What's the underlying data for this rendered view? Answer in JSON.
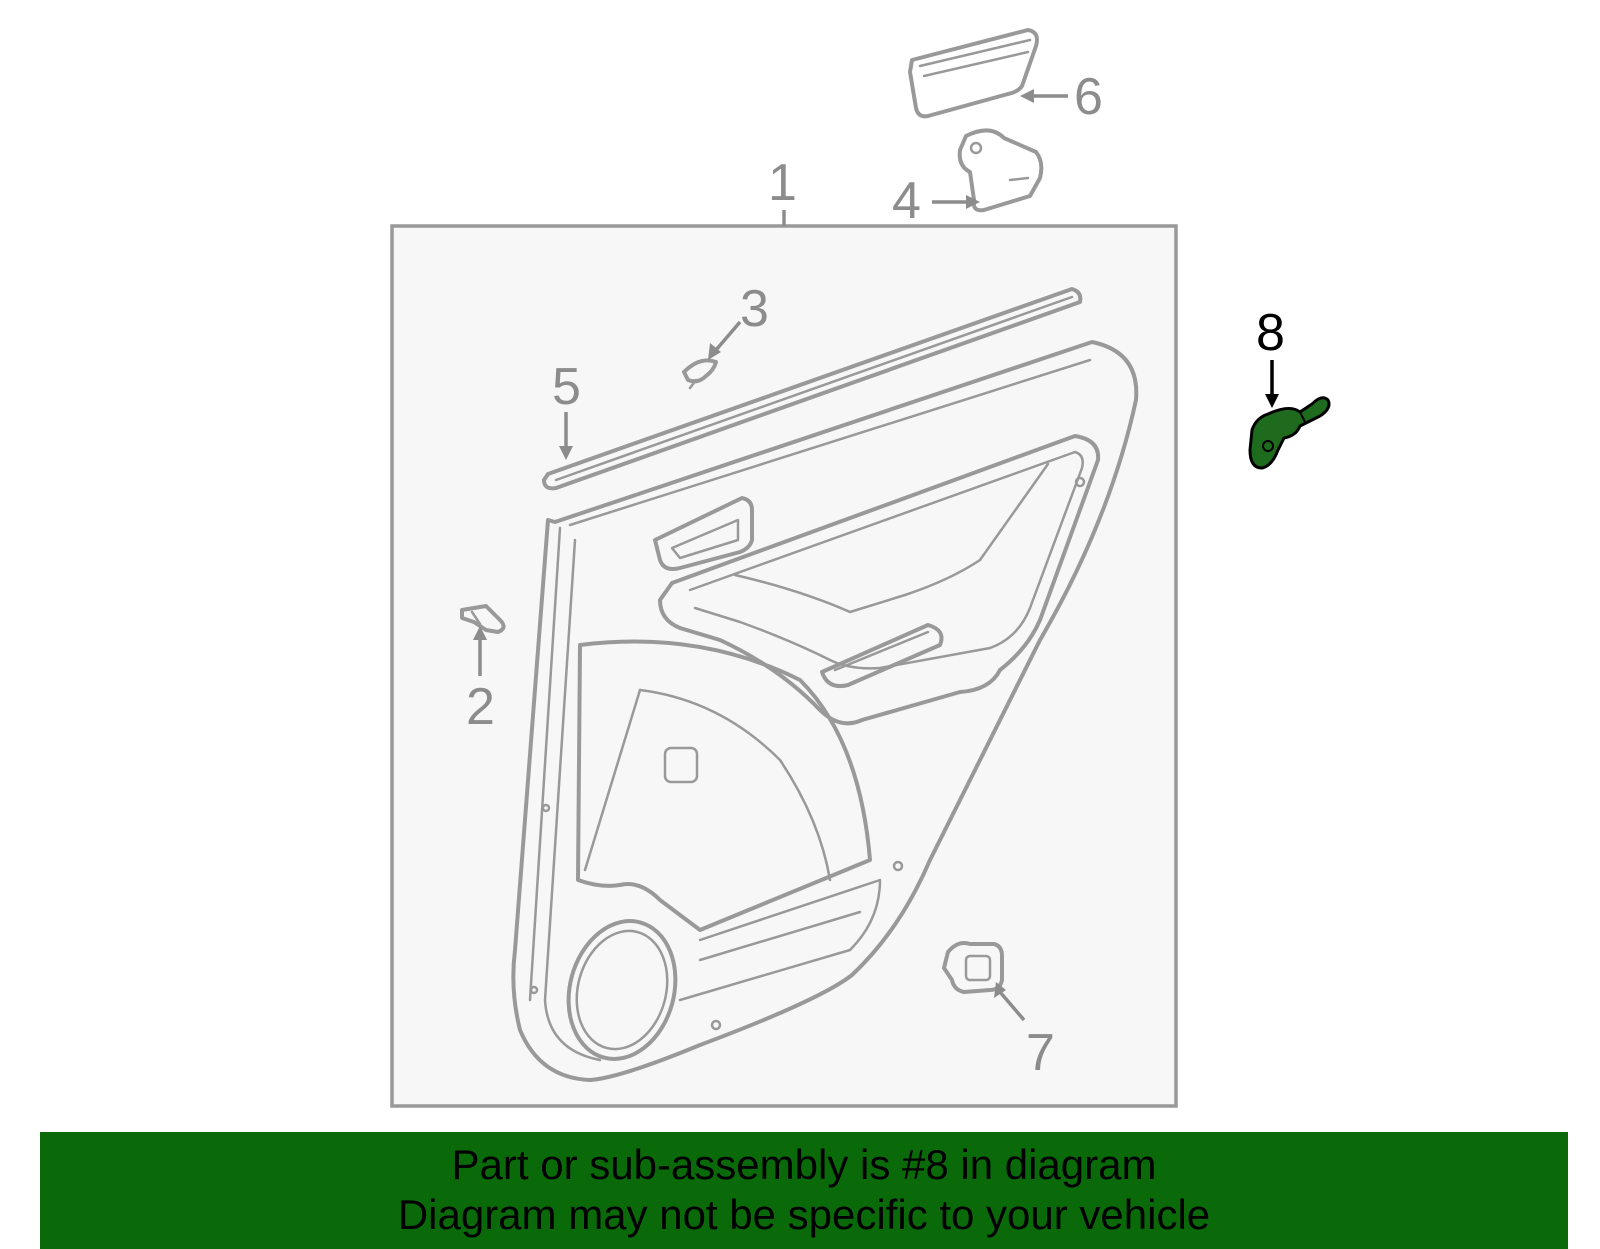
{
  "diagram": {
    "callouts": {
      "c1": "1",
      "c2": "2",
      "c3": "3",
      "c4": "4",
      "c5": "5",
      "c6": "6",
      "c7": "7",
      "c8": "8"
    },
    "highlighted_part": "8",
    "highlight_color": "#1e6b1e",
    "panel_fill": "#f7f7f7",
    "line_color": "#999999"
  },
  "banner": {
    "line1": "Part or sub-assembly is #8 in diagram",
    "line2": "Diagram may not be specific to your vehicle",
    "background": "#0a6a0a"
  }
}
